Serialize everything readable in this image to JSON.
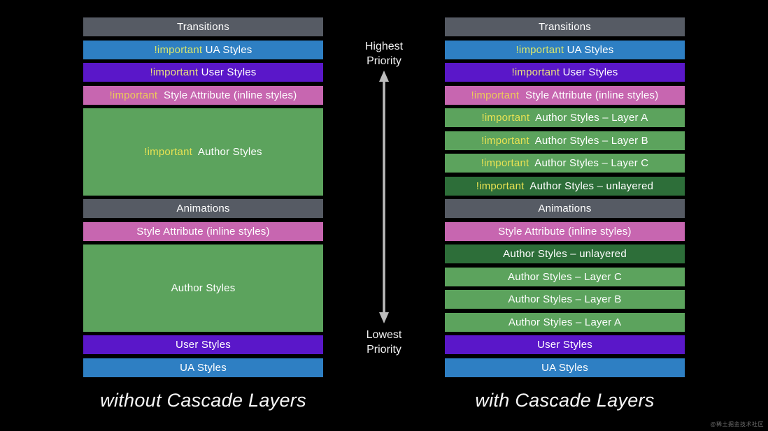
{
  "palette": {
    "background": "#000000",
    "bar_text": "#ffffff",
    "gray": "#565b64",
    "blue": "#2e7fc3",
    "purple": "#5a17c9",
    "pink": "#c766b0",
    "green": "#5ca35d",
    "green_dark": "#2d6e39",
    "arrow": "#bcbcbc",
    "caption_text": "#f7f7f7",
    "important_on_blue": "#d8e56c",
    "important_on_purple": "#e9e47c",
    "important_on_pink": "#eccb58",
    "important_on_green": "#e8e253"
  },
  "axis": {
    "top_label": "Highest\nPriority",
    "bottom_label": "Lowest\nPriority"
  },
  "left_diagram": {
    "caption": "without Cascade Layers",
    "rows": [
      {
        "label": "Transitions",
        "color": "gray",
        "units": 1
      },
      {
        "prefix": "!important",
        "prefix_color_key": "important_on_blue",
        "label": " UA Styles",
        "color": "blue",
        "units": 1
      },
      {
        "prefix": "!important",
        "prefix_color_key": "important_on_purple",
        "label": " User Styles",
        "color": "purple",
        "units": 1
      },
      {
        "prefix": "!important",
        "prefix_color_key": "important_on_pink",
        "label": "  Style Attribute (inline styles)",
        "color": "pink",
        "units": 1
      },
      {
        "prefix": "!important",
        "prefix_color_key": "important_on_green",
        "label": "  Author Styles",
        "color": "green",
        "units": 4
      },
      {
        "label": "Animations",
        "color": "gray",
        "units": 1
      },
      {
        "label": "Style Attribute (inline styles)",
        "color": "pink",
        "units": 1
      },
      {
        "label": "Author Styles",
        "color": "green",
        "units": 4
      },
      {
        "label": "User Styles",
        "color": "purple",
        "units": 1
      },
      {
        "label": "UA Styles",
        "color": "blue",
        "units": 1
      }
    ]
  },
  "right_diagram": {
    "caption": "with Cascade Layers",
    "rows": [
      {
        "label": "Transitions",
        "color": "gray",
        "units": 1
      },
      {
        "prefix": "!important",
        "prefix_color_key": "important_on_blue",
        "label": " UA Styles",
        "color": "blue",
        "units": 1
      },
      {
        "prefix": "!important",
        "prefix_color_key": "important_on_purple",
        "label": " User Styles",
        "color": "purple",
        "units": 1
      },
      {
        "prefix": "!important",
        "prefix_color_key": "important_on_pink",
        "label": "  Style Attribute (inline styles)",
        "color": "pink",
        "units": 1
      },
      {
        "prefix": "!important",
        "prefix_color_key": "important_on_green",
        "label": "  Author Styles – Layer A",
        "color": "green",
        "units": 1
      },
      {
        "prefix": "!important",
        "prefix_color_key": "important_on_green",
        "label": "  Author Styles – Layer B",
        "color": "green",
        "units": 1
      },
      {
        "prefix": "!important",
        "prefix_color_key": "important_on_green",
        "label": "  Author Styles – Layer C",
        "color": "green",
        "units": 1
      },
      {
        "prefix": "!important",
        "prefix_color_key": "important_on_green",
        "label": "  Author Styles – unlayered",
        "color": "green_dark",
        "units": 1
      },
      {
        "label": "Animations",
        "color": "gray",
        "units": 1
      },
      {
        "label": "Style Attribute (inline styles)",
        "color": "pink",
        "units": 1
      },
      {
        "label": "Author Styles – unlayered",
        "color": "green_dark",
        "units": 1
      },
      {
        "label": "Author Styles – Layer C",
        "color": "green",
        "units": 1
      },
      {
        "label": "Author Styles – Layer B",
        "color": "green",
        "units": 1
      },
      {
        "label": "Author Styles – Layer A",
        "color": "green",
        "units": 1
      },
      {
        "label": "User Styles",
        "color": "purple",
        "units": 1
      },
      {
        "label": "UA Styles",
        "color": "blue",
        "units": 1
      }
    ]
  },
  "watermark": "@稀土掘金技术社区"
}
